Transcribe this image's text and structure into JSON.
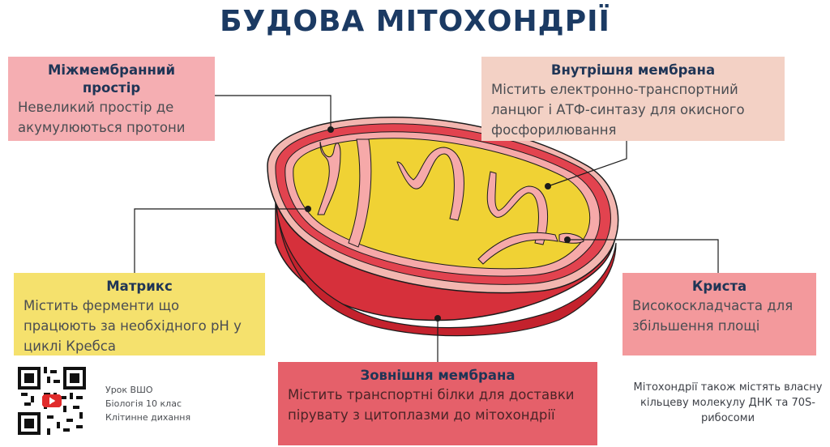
{
  "title": "БУДОВА МІТОХОНДРІЇ",
  "labels": {
    "intermembrane": {
      "title": "Міжмембранний простір",
      "text": "Невеликий простір де акумулюються протони"
    },
    "inner_membrane": {
      "title": "Внутрішня мембрана",
      "text": "Містить електронно-транспортний ланцюг і АТФ-синтазу для окисного фосфорилювання"
    },
    "matrix": {
      "title": "Матрикс",
      "text": "Містить ферменти що працюють за необхідного pH у циклі Кребса"
    },
    "crista": {
      "title": "Криста",
      "text": "Високоскладчаста для збільшення площі"
    },
    "outer_membrane": {
      "title": "Зовнішня мембрана",
      "text": "Містить транспортні білки для доставки пірувату з цитоплазми до мітохондрії"
    }
  },
  "lesson": {
    "line1": "Урок ВШО",
    "line2": "Біологія 10 клас",
    "line3": "Клітинне дихання"
  },
  "footnote": "Мітохондрії також містять власну кільцеву молекулу ДНК та 70S-рибосоми",
  "colors": {
    "title": "#1b3a63",
    "outer_membrane": "#d6303b",
    "inner_membrane": "#f08a90",
    "matrix": "#f0d234",
    "intermembrane_box": "#f5aeb2",
    "inner_membrane_box": "#f3d1c5",
    "matrix_box": "#f5e16d",
    "crista_box": "#f3999c",
    "outer_membrane_box": "#e5606a"
  },
  "icons": [
    "qr-code-icon",
    "youtube-play-icon"
  ]
}
